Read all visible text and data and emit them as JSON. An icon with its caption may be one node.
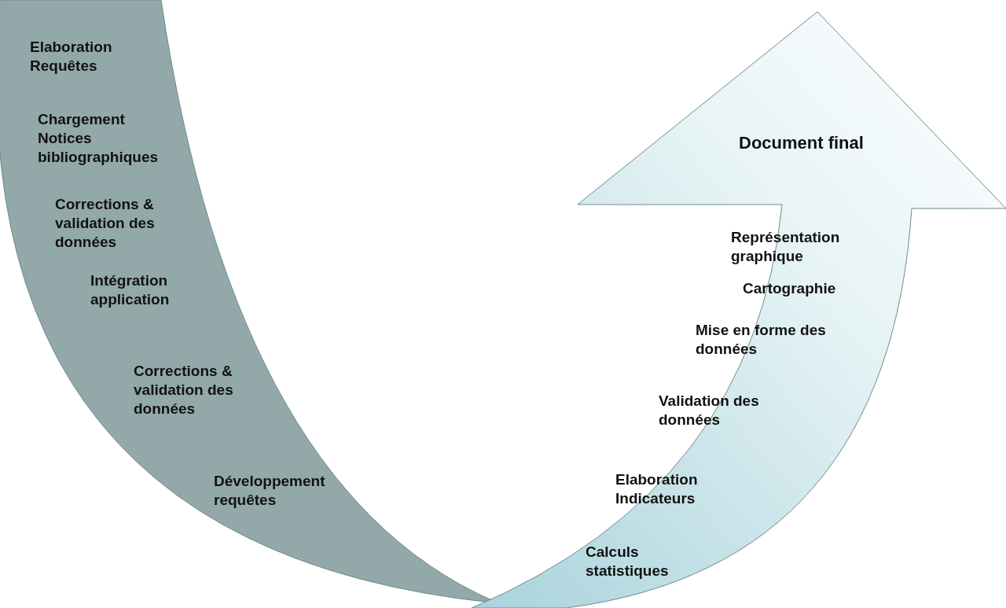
{
  "diagram": {
    "nodes": [
      {
        "text": [
          "Elaboration Requêtes",
          "Chargement Notices bibliographiques",
          "Corrections & validation des données",
          "Intégration application",
          "Corrections & validation des données",
          "Développement requêtes"
        ]
      },
      {
        "text": [
          "Document final",
          "Représentation graphique",
          "Cartographie",
          "Mise en forme des données",
          "Validation des données",
          "Elaboration Indicateurs",
          "Calculs statistiques"
        ]
      }
    ]
  }
}
